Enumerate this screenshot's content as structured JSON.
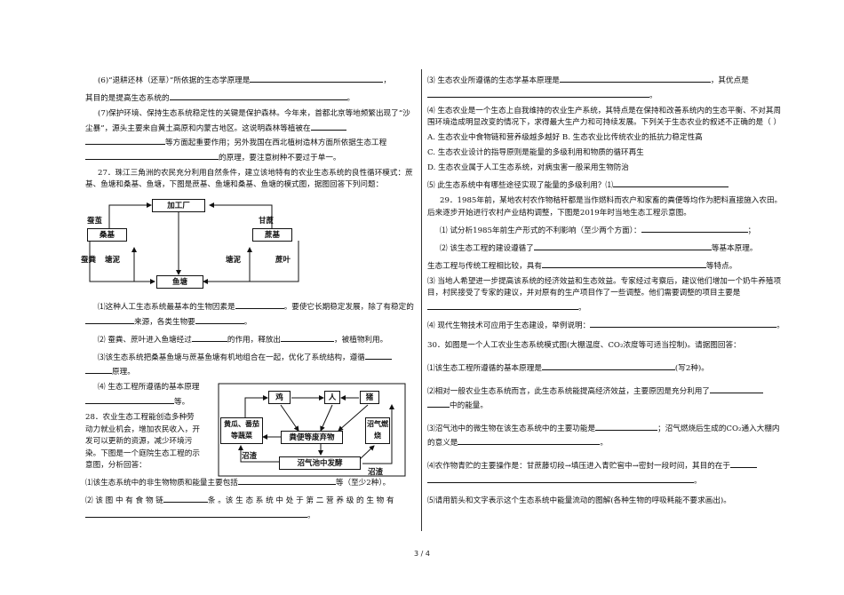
{
  "page_number": "3 / 4",
  "left": {
    "q6": "(6)“退耕还林（还草）”所依据的生态学原理是",
    "q6b": "其目的是提高生态系统的",
    "q7a": "(7)保护环境、保持生态系统稳定性的关键是保护森林。今年来，首都北京等地频繁出现了“沙尘暴”，源头主要来自黄土高原和内蒙古地区。这说明森林等植被在",
    "q7b": "等方面起重要作用；另外我国在西北植树造林方面所依据生态工程",
    "q7c": "的原理，要注意树种不要过于单一。",
    "q27": "27．珠江三角洲的农民充分利用自然条件，建立该地特有的农业生态系统的良性循环模式：蔗基、鱼塘和桑基、鱼塘，下图是蔗基、鱼塘和桑基、鱼塘的模式图，据图回答下列问题：",
    "d1": {
      "factory": "加工厂",
      "silkworm": "蚕茧",
      "mulberry": "桑基",
      "sugarcane_product": "甘蔗",
      "cane": "蔗基",
      "fishpond": "鱼塘",
      "silk_dung": "蚕粪",
      "mud1": "塘泥",
      "mud2": "塘泥",
      "leaves": "蔗叶"
    },
    "q27_1a": "⑴这种人工生态系统最基本的生物因素是",
    "q27_1b": "。要使它长期稳定发展，除了有稳定的",
    "q27_1c": "来源，各类生物要",
    "q27_2a": "⑵ 蚕粪、蔗叶进入鱼塘经过",
    "q27_2b": "的作用，释放出",
    "q27_2c": "，被植物利用。",
    "q27_3a": "⑶该生态系统把桑基鱼塘与蔗基鱼塘有机地组合在一起，优化了系统结构，遵循",
    "q27_3b": "原理。",
    "q27_4a": "⑷ 生态工程所遵循的基本原理",
    "q27_4b": "等。",
    "q28a": "28．农业生态工程能创造多种劳动力就业机会，增加农民收入，开发可以更新的资源，减少环境污染。下图是一个庭院生态工程的示意图，分析回答：",
    "d2": {
      "chicken": "鸡",
      "human": "人",
      "pig": "猪",
      "veg": "黄瓜、番茄等蔬菜",
      "manure": "粪便等废弃物",
      "biogas_burn": "沼气燃烧",
      "ferment": "沼气池中发酵",
      "residue1": "沼渣",
      "residue2": "沼渣"
    },
    "q28_1a": "⑴该生态系统中的非生物物质和能量主要包括",
    "q28_1b": "等（至少2种）。",
    "q28_2a": "⑵ 该 图 中 有 食 物 链",
    "q28_2b": "条 。该 生 态 系 统 中 处 于 第 二 营 养 级 的 生 物 有",
    "q28_2c": "。"
  },
  "right": {
    "q3a": "⑶ 生态农业所遵循的生态学基本原理是",
    "q3b": "，其优点是",
    "q4": "⑷ 生态农业是一个生态上自我维持的农业生产系统，其特点是在保持和改善系统内的生态平衡、不对其周围环境造成明显改变的情况下，求得最大生产力和可持续发展。下列关于生态农业的叙述不正确的是（        ）",
    "optA": "A. 生态农业中食物链和营养级越多越好  B. 生态农业比传统农业的抵抗力稳定性高",
    "optC": "C. 生态农业设计的指导原则是能量的多级利用和物质的循环再生",
    "optD": "D. 生态农业属于人工生态系统，对病虫害一般采用生物防治",
    "q5": "⑸ 此生态系统中有哪些途径实现了能量的多级利用？⑴",
    "q29": "29．1985年前，某地农村农作物秸秆都是当作燃料而农户和家畜的粪便等均作为肥料直接施入农田。后来逐步开始进行农村产业结构调整，下图是2019年时当地生态工程示意图。",
    "q29_1": "⑴ 试分析1985年前生产形式的不利影响（至少两个方面）：",
    "q29_2a": "⑵ 该生态工程的建设遵循了",
    "q29_2b": "等基本原理。",
    "q29_2c": "生态工程与传统工程相比较，具有",
    "q29_2d": "等特点。",
    "q29_3": "⑶ 当地人希望进一步提高该系统的经济效益和生态效益。专家经过考察后，建议他们增加一个奶牛养殖项目，村民接受了专家的建议，并对原有的生产项目作了一些调整。他们需要调整的项目主要是",
    "q29_4": "⑷ 现代生物技术可应用于生态建设，举例说明：",
    "q30": "30．如图是一个人工农业生态系统模式图(大棚温度、CO₂浓度等可适当控制)。请据图回答：",
    "q30_1a": "⑴该生态工程所遵循的基本原理是",
    "q30_1b": "(写2种)。",
    "q30_2a": "⑵相对一般农业生态系统而言，此生态系统能提高经济效益，主要原因是充分利用了",
    "q30_2b": "中的能量。",
    "q30_3a": "⑶沼气池中的微生物在该生态系统中的主要功能是",
    "q30_3b": "；沼气燃烧后生成的CO₂通入大棚内的意义是",
    "q30_4a": "⑷农作物青贮的主要操作是：甘蔗藤切段→填压进入青贮窖中→密封一段时间，其目的在于",
    "q30_5": "⑸请用箭头和文字表示这个生态系统中能量流动的图解(各种生物的呼吸耗能不要求画出)。"
  }
}
